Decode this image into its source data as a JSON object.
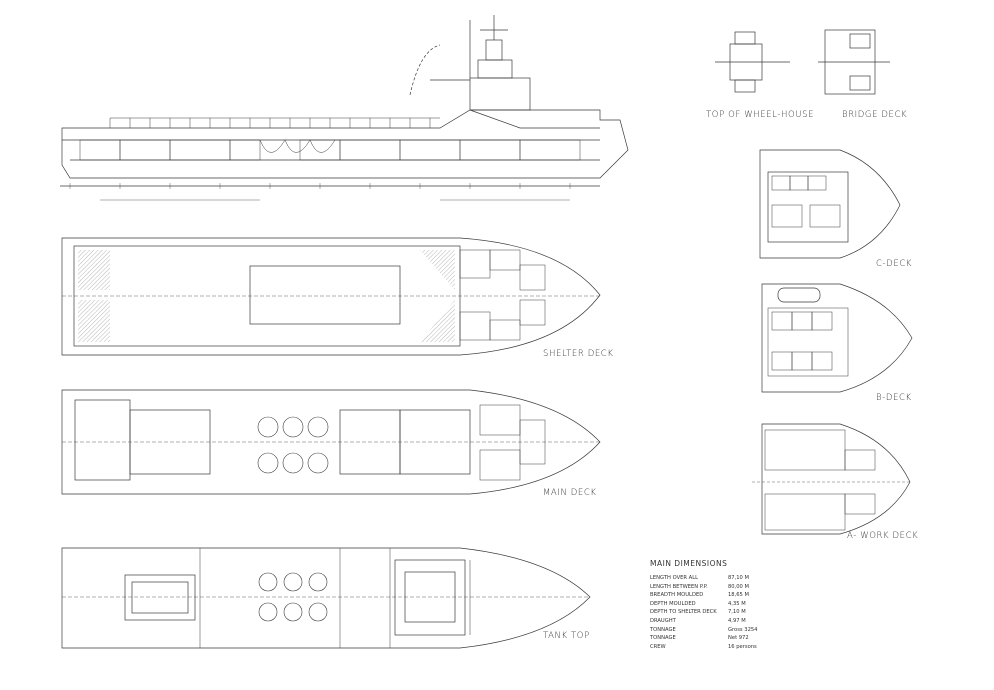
{
  "labels": {
    "top_of_wheel_house": "TOP OF WHEEL-HOUSE",
    "bridge_deck": "BRIDGE DECK",
    "c_deck": "C-DECK",
    "b_deck": "B-DECK",
    "a_work_deck": "A- WORK DECK",
    "shelter_deck": "SHELTER DECK",
    "main_deck": "MAIN DECK",
    "tank_top": "TANK TOP"
  },
  "dimensions": {
    "title": "MAIN DIMENSIONS",
    "rows": [
      {
        "key": "LENGTH OVER ALL",
        "value": "87,10 M"
      },
      {
        "key": "LENGTH BETWEEN P.P.",
        "value": "80,00 M"
      },
      {
        "key": "BREADTH MOULDED",
        "value": "18,65 M"
      },
      {
        "key": "DEPTH MOULDED",
        "value": "4,35 M"
      },
      {
        "key": "DEPTH TO SHELTER DECK",
        "value": "7,10 M"
      },
      {
        "key": "DRAUGHT",
        "value": "4,97 M"
      },
      {
        "key": "TONNAGE",
        "value": "Gross 3254"
      },
      {
        "key": "TONNAGE",
        "value": "Net 972"
      },
      {
        "key": "CREW",
        "value": "16 persons"
      }
    ]
  },
  "colors": {
    "line": "#3a3a3a",
    "hatch": "#8a8a8a",
    "background": "#ffffff"
  }
}
